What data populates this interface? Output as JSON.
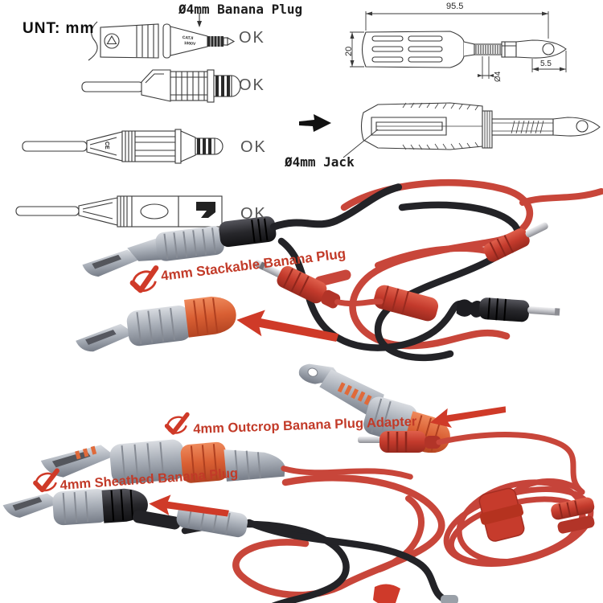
{
  "colors": {
    "label_red": "#c23a28",
    "arrow_red": "#cf3a28",
    "cable_red": "#c8463a",
    "cable_black": "#232327",
    "plug_orange": "#da6a42",
    "plug_gray": "#a8adb6",
    "drawing_line": "#3a3a3a"
  },
  "labels": {
    "unit": "UNT: mm",
    "banana_plug": "Ø4mm Banana Plug",
    "jack": "Ø4mm Jack"
  },
  "ok_labels": [
    "OK",
    "OK",
    "OK",
    "OK"
  ],
  "dims": {
    "overall_length": "95.5",
    "body_height": "20",
    "tip_length": "5.5",
    "tip_diameter": "Ø4"
  },
  "markings": {
    "rating1": "CAT.II",
    "rating2": "1000V",
    "ce": "CE"
  },
  "product_labels": {
    "stackable": "4mm Stackable Banana Plug",
    "outcrop": "4mm Outcrop Banana Plug Adapter",
    "sheathed": "4mm Sheathed Banana Plug"
  }
}
